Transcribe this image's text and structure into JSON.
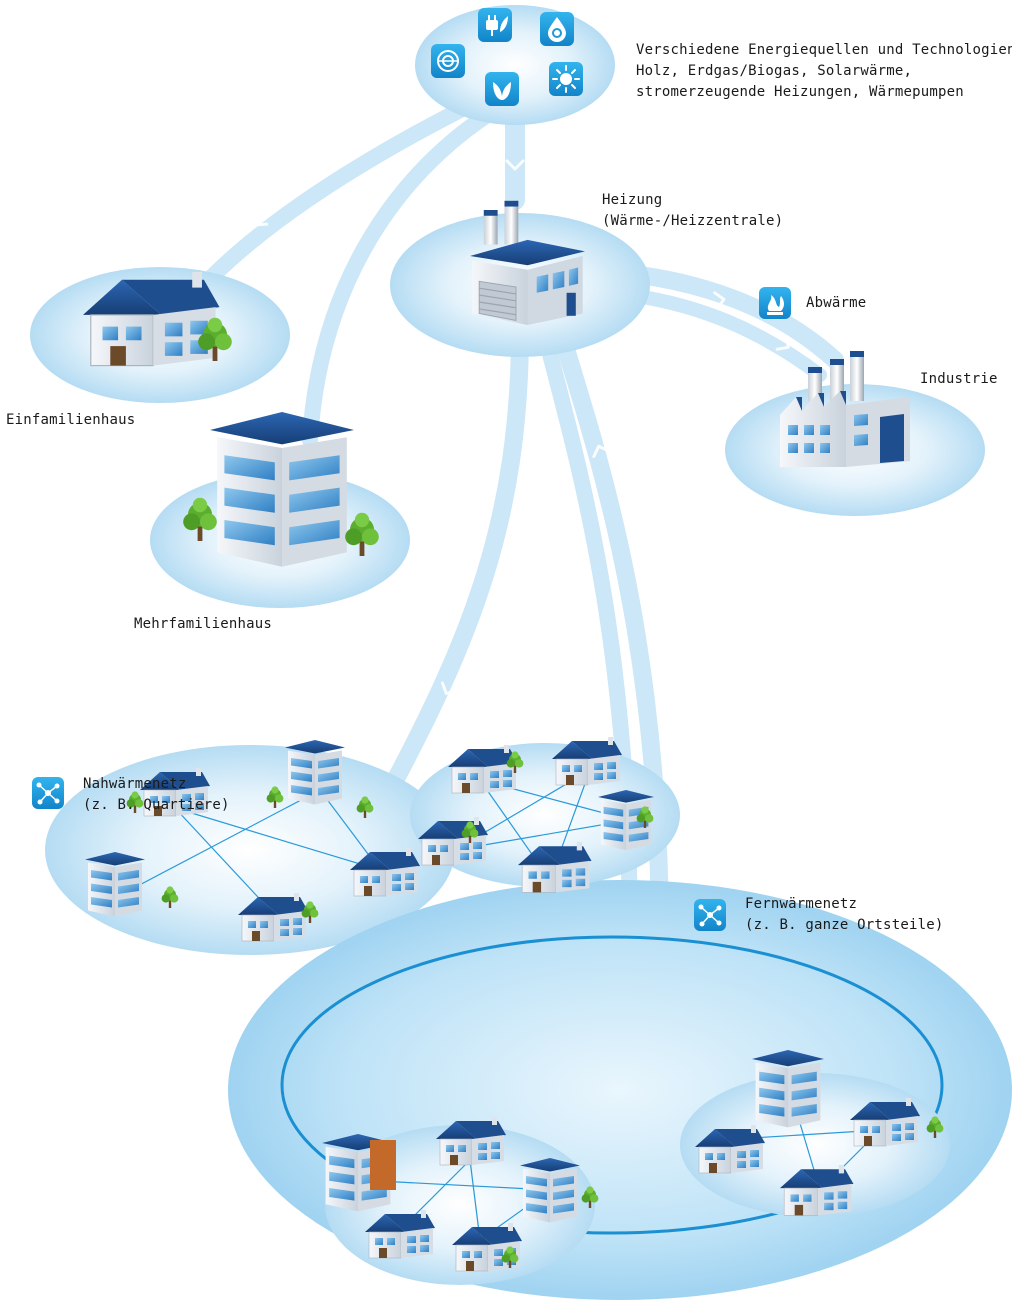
{
  "labels": {
    "sources_line1": "Verschiedene Energiequellen und Technologien:",
    "sources_line2": "Holz, Erdgas/Biogas, Solarwärme,",
    "sources_line3": "stromerzeugende Heizungen, Wärmepumpen",
    "heating_line1": "Heizung",
    "heating_line2": "(Wärme-/Heizzentrale)",
    "waste_heat": "Abwärme",
    "industry": "Industrie",
    "single_family": "Einfamilienhaus",
    "multi_family": "Mehrfamilienhaus",
    "district_line1": "Fernwärmenetz",
    "district_line2": "(z. B. ganze Ortsteile)",
    "local_line1": "Nahwärmenetz",
    "local_line2": "(z. B. Quartiere)"
  },
  "icons": [
    "solar-collector-icon",
    "plug-leaf-icon",
    "water-drop-icon",
    "leaf-icon",
    "sun-icon",
    "waste-heat-icon",
    "network-icon"
  ],
  "colors": {
    "accent": "#1e9ad6",
    "ellipse": "#bfe2f6",
    "flow": "#cde8f7",
    "roof": "#1f4e8f",
    "wall": "#e9eef3",
    "window": "#5aa6dd",
    "tree": "#5cae2e"
  }
}
